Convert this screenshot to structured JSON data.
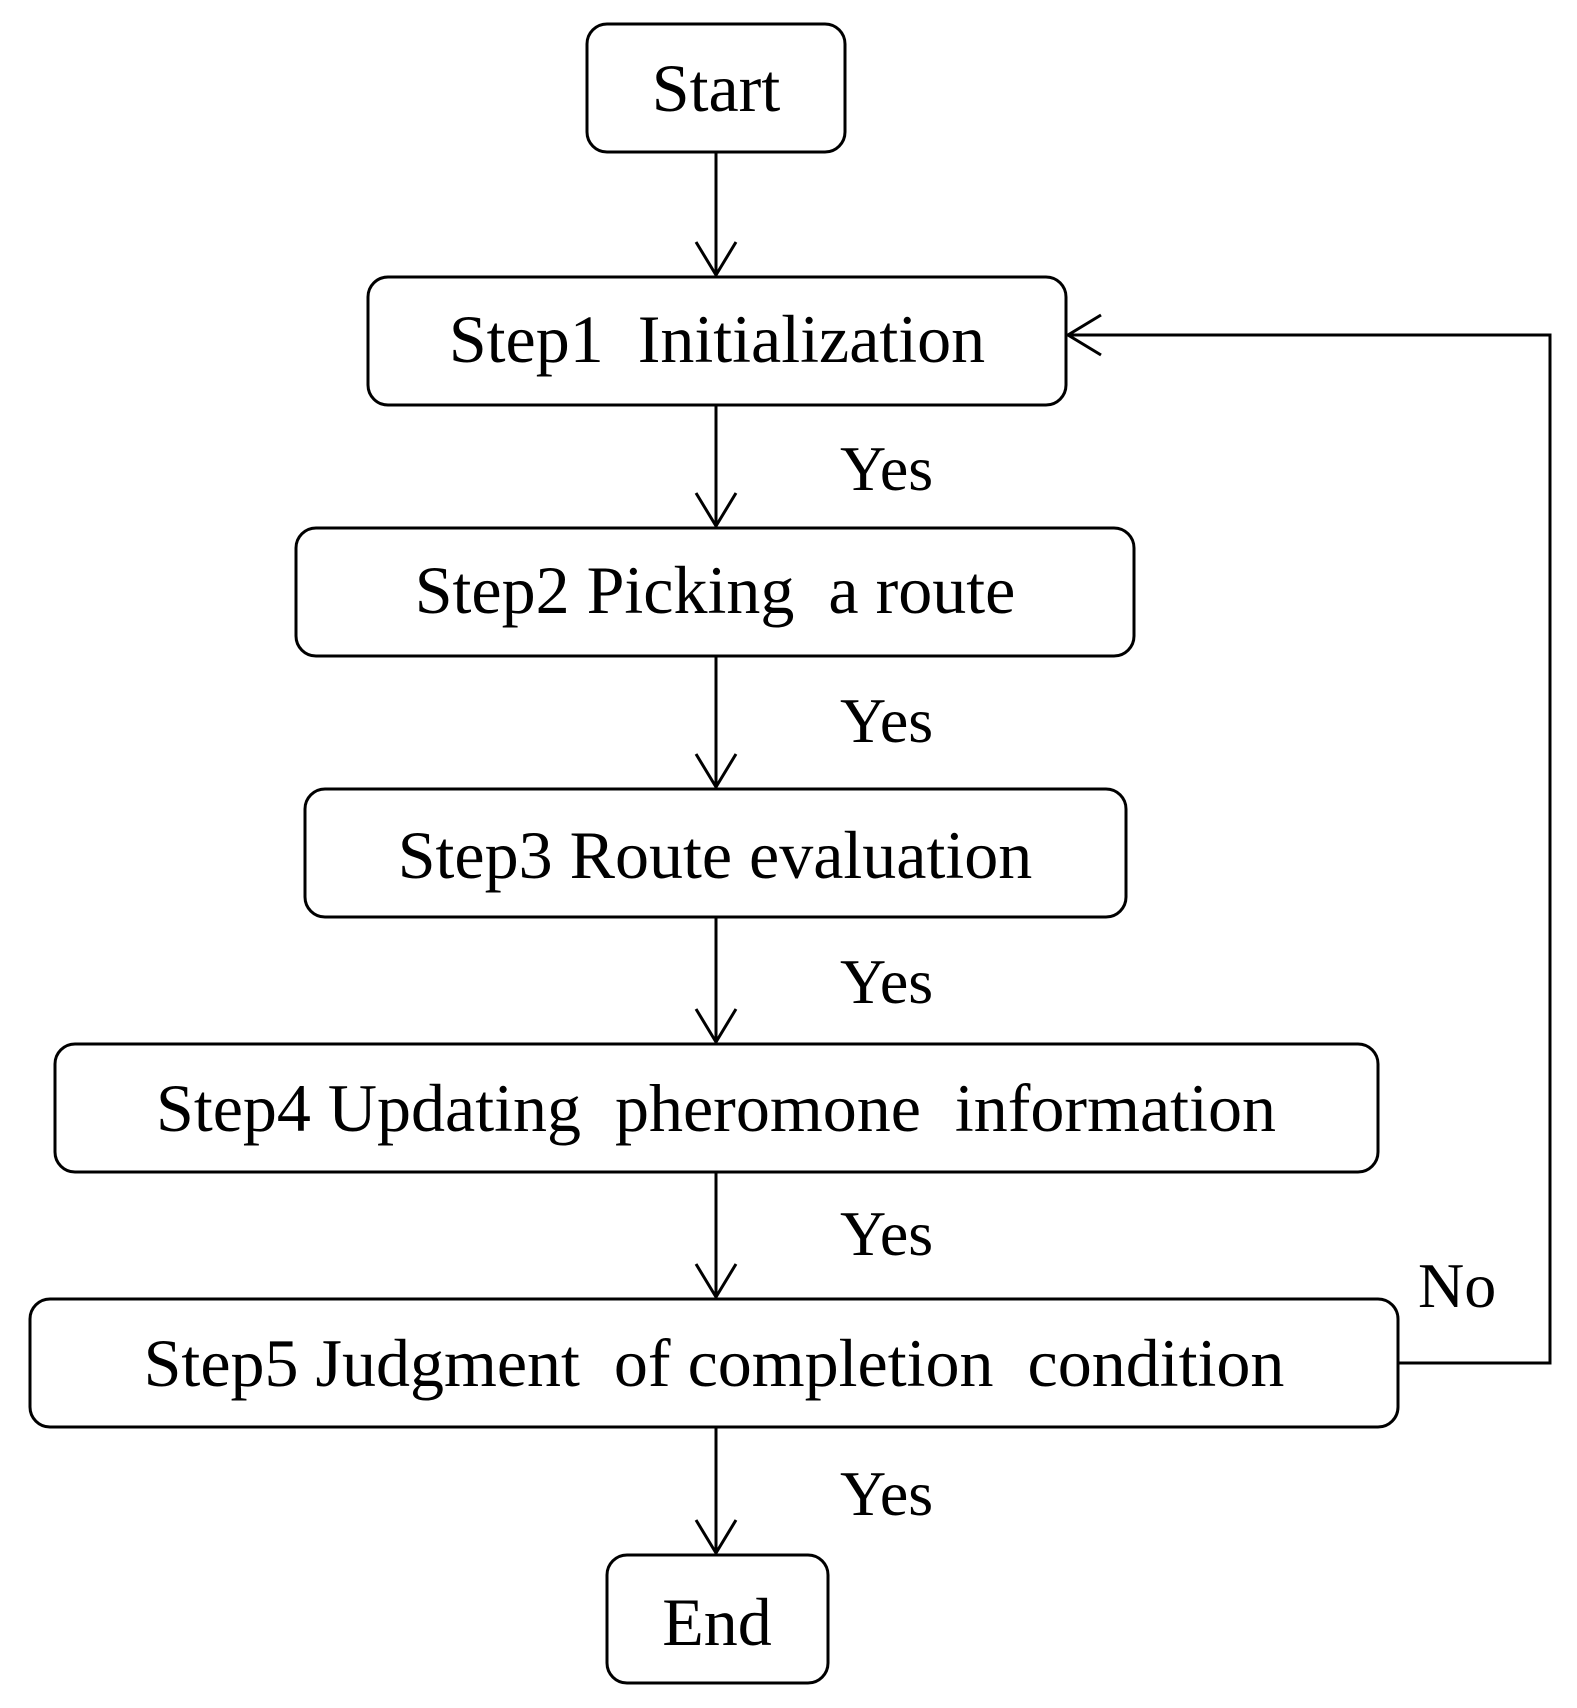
{
  "nodes": {
    "start": "Start",
    "step1": "Step1  Initialization",
    "step2": "Step2 Picking  a route",
    "step3": "Step3 Route evaluation",
    "step4": "Step4 Updating  pheromone  information",
    "step5": "Step5 Judgment  of completion  condition",
    "end": "End"
  },
  "edges": {
    "step1_to_step2": "Yes",
    "step2_to_step3": "Yes",
    "step3_to_step4": "Yes",
    "step4_to_step5": "Yes",
    "step5_to_end": "Yes",
    "step5_loop_back": "No"
  }
}
